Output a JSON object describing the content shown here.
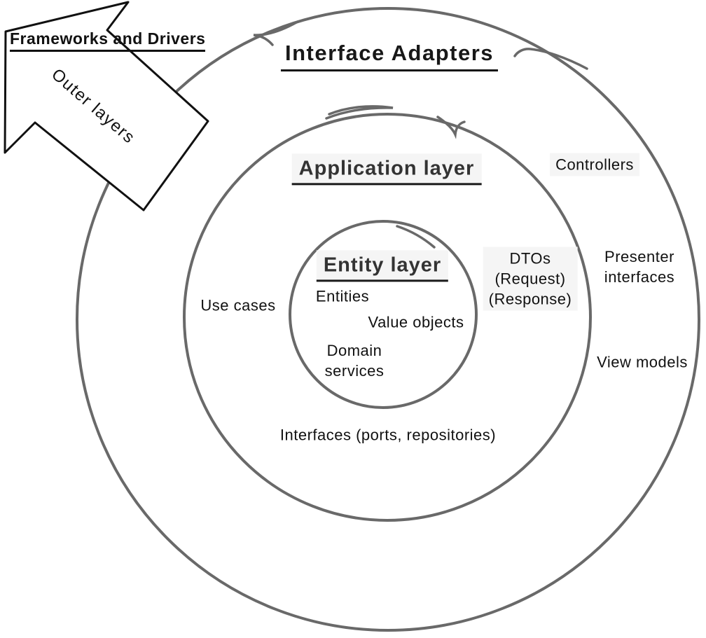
{
  "title": "Clean architecture layers diagram",
  "colors": {
    "background": "#ffffff",
    "ring_stroke": "#696969",
    "arrow_stroke": "#111111",
    "arrow_fill": "#ffffff",
    "text": "#111111",
    "label_background": "#f5f5f5"
  },
  "arrow": {
    "label": "Frameworks and Drivers",
    "body_label": "Outer layers"
  },
  "rings": {
    "outer": {
      "title": "Interface Adapters",
      "items": {
        "controllers": "Controllers",
        "presenter_interfaces": {
          "line1": "Presenter",
          "line2": "interfaces"
        },
        "view_models": "View models"
      }
    },
    "middle": {
      "title": "Application layer",
      "items": {
        "use_cases": "Use cases",
        "dtos": {
          "line1": "DTOs",
          "line2": "(Request)",
          "line3": "(Response)"
        },
        "interfaces_ports": "Interfaces (ports, repositories)"
      }
    },
    "inner": {
      "title": "Entity layer",
      "items": {
        "entities": "Entities",
        "value_objects": "Value objects",
        "domain_services": {
          "line1": "Domain",
          "line2": "services"
        }
      }
    }
  }
}
